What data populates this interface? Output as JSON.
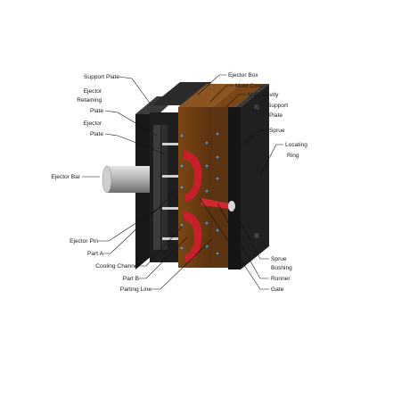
{
  "diagram": {
    "labels": {
      "support_plate_left": "Support Plate",
      "ejector_retaining_plate": [
        "Ejector",
        "Retaining",
        "Plate"
      ],
      "ejector_plate": [
        "Ejector",
        "Plate"
      ],
      "ejector_bar": "Ejector Bar",
      "ejector_pin": "Ejector Pin",
      "part_a": "Part A",
      "cooling_channel": "Cooling Channel",
      "part_b": "Part B",
      "parting_line": "Parting Line",
      "ejector_box": "Ejector Box",
      "mold_core": "Mold Core",
      "mold_cavity": "Mold Cavity",
      "support_plate_right": [
        "Support",
        "Plate"
      ],
      "sprue": "Sprue",
      "locating_ring": [
        "Locating",
        "Ring"
      ],
      "sprue_bushing": [
        "Sprue",
        "Bushing"
      ],
      "runner": "Runner",
      "gate": "Gate"
    },
    "colors": {
      "plate_dark": "#1b1b1b",
      "plate_mid": "#2e2e2e",
      "core_brown": "#6b3d12",
      "core_brown_dark": "#4a2a0c",
      "part_red": "#c8202a",
      "cooling_blue": "#3aa0ff",
      "steel": "#b9b9b9"
    }
  }
}
